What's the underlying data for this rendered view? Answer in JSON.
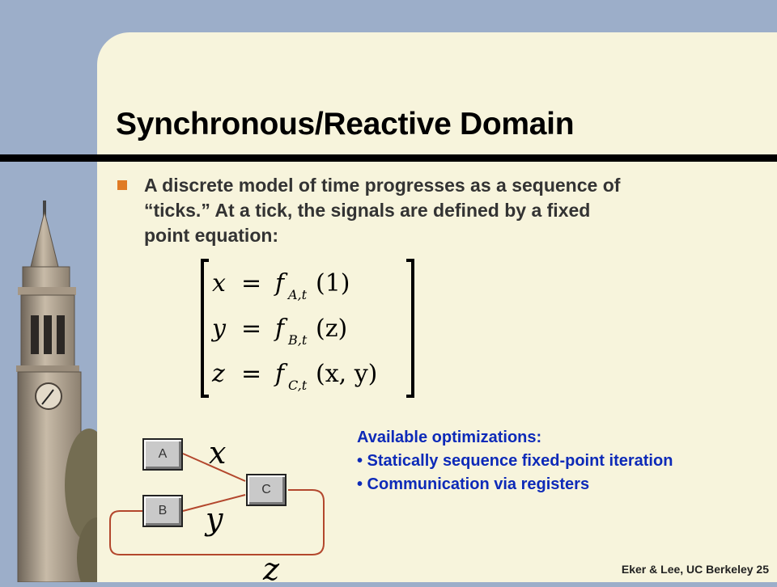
{
  "slide": {
    "title": "Synchronous/Reactive Domain",
    "bullet": "A discrete model of time progresses as a sequence of “ticks.” At a tick, the signals are defined by a fixed point equation:",
    "equation": {
      "rows": [
        {
          "var": "x",
          "func": "f",
          "sub": "A,t",
          "arg": "(1)"
        },
        {
          "var": "y",
          "func": "f",
          "sub": "B,t",
          "arg": "(z)"
        },
        {
          "var": "z",
          "func": "f",
          "sub": "C,t",
          "arg": "(x, y)"
        }
      ]
    },
    "optimizations": {
      "heading": "Available optimizations:",
      "items": [
        "• Statically sequence  fixed-point iteration",
        "• Communication via registers"
      ]
    },
    "diagram": {
      "actors": {
        "a": "A",
        "b": "B",
        "c": "C"
      },
      "signals": {
        "x": "x",
        "y": "y",
        "z": "z"
      }
    },
    "footer": "Eker & Lee, UC Berkeley 25"
  },
  "colors": {
    "background": "#9caec9",
    "panel": "#f7f4dc",
    "bullet": "#e07b25",
    "accent_text": "#0d2ab8",
    "wire": "#b3472d"
  },
  "icons": {
    "tower": "sather-tower-image",
    "bullet": "square-bullet-icon"
  }
}
